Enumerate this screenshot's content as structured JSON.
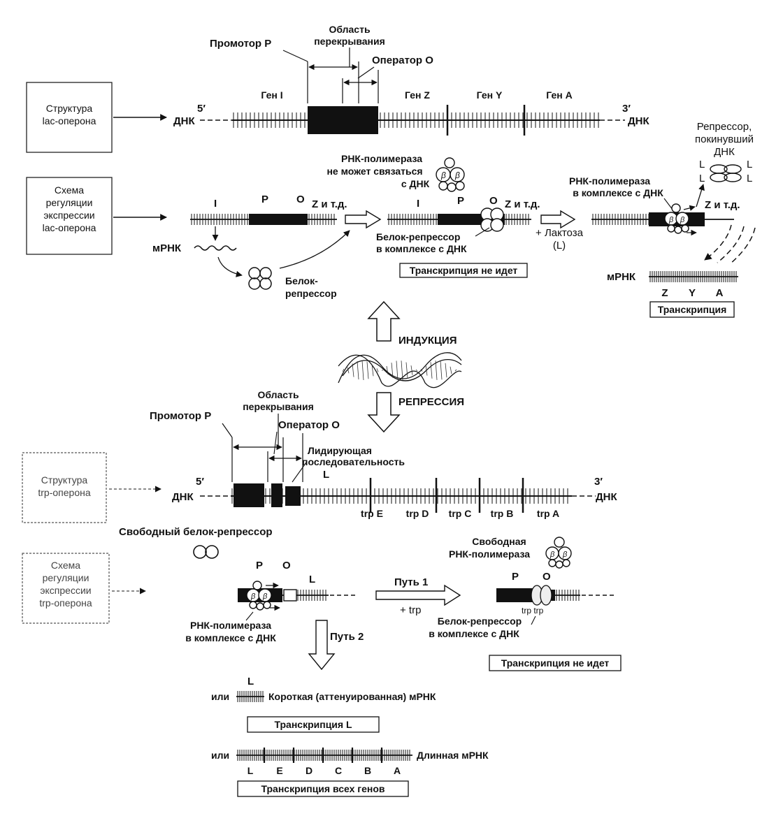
{
  "lac": {
    "promoter": "Промотор  P",
    "overlap": [
      "Область",
      "перекрывания"
    ],
    "operator": "Оператор  О",
    "genes": [
      "Ген I",
      "Ген Z",
      "Ген Y",
      "Ген A"
    ],
    "five": "5′",
    "three": "3′",
    "dna": "ДНК",
    "structure_box": [
      "Структура",
      "lac-оперона"
    ],
    "regulation_box": [
      "Схема",
      "регуляции",
      "экспрессии",
      "lac-оперона"
    ],
    "row2_I": "I",
    "row2_P": "P",
    "row2_O": "O",
    "row2_Z": "Z и т.д.",
    "mrna": "мРНК",
    "repressor": [
      "Белок-",
      "репрессор"
    ],
    "polymerase_cannot": [
      "РНК-полимераза",
      "не может связаться",
      "с ДНК"
    ],
    "repressor_complex": [
      "Белок-репрессор",
      "в комплексе с ДНК"
    ],
    "no_transcription": "Транскрипция не идет",
    "lactose": [
      "+ Лактоза",
      "(L)"
    ],
    "polymerase_complex": [
      "РНК-полимераза",
      "в комплексе с ДНК"
    ],
    "repressor_left": [
      "Репрессор,",
      "покинувший",
      "ДНК"
    ],
    "L": "L",
    "mrna_genes": [
      "Z",
      "Y",
      "A"
    ],
    "transcription": "Транскрипция"
  },
  "middle": {
    "induction": "ИНДУКЦИЯ",
    "repression": "РЕПРЕССИЯ"
  },
  "trp": {
    "overlap": [
      "Область",
      "перекрывания"
    ],
    "promoter": "Промотор  P",
    "operator": "Оператор  О",
    "leader": [
      "Лидирующая",
      "последовательность"
    ],
    "L": "L",
    "genes": [
      "trp E",
      "trp D",
      "trp C",
      "trp B",
      "trp A"
    ],
    "structure_box": [
      "Структура",
      "trp-оперона"
    ],
    "regulation_box": [
      "Схема",
      "регуляции",
      "экспрессии",
      "trp-оперона"
    ],
    "free_repressor": "Свободный белок-репрессор",
    "free_polymerase": [
      "Свободная",
      "РНК-полимераза"
    ],
    "path1": "Путь 1",
    "plus_trp": "+ trp",
    "path2": "Путь 2",
    "polymerase_complex": [
      "РНК-полимераза",
      "в комплексе с ДНК"
    ],
    "repressor_complex": [
      "Белок-репрессор",
      "в комплексе с ДНК"
    ],
    "trp_pair": "trp  trp",
    "no_transcription": "Транскрипция не идет",
    "or": "или",
    "short_mrna": "Короткая  (аттенуированная)  мРНК",
    "transcription_L": "Транскрипция L",
    "long_mrna": "Длинная мРНК",
    "long_genes": [
      "L",
      "E",
      "D",
      "C",
      "B",
      "A"
    ],
    "transcription_all": "Транскрипция всех генов"
  }
}
